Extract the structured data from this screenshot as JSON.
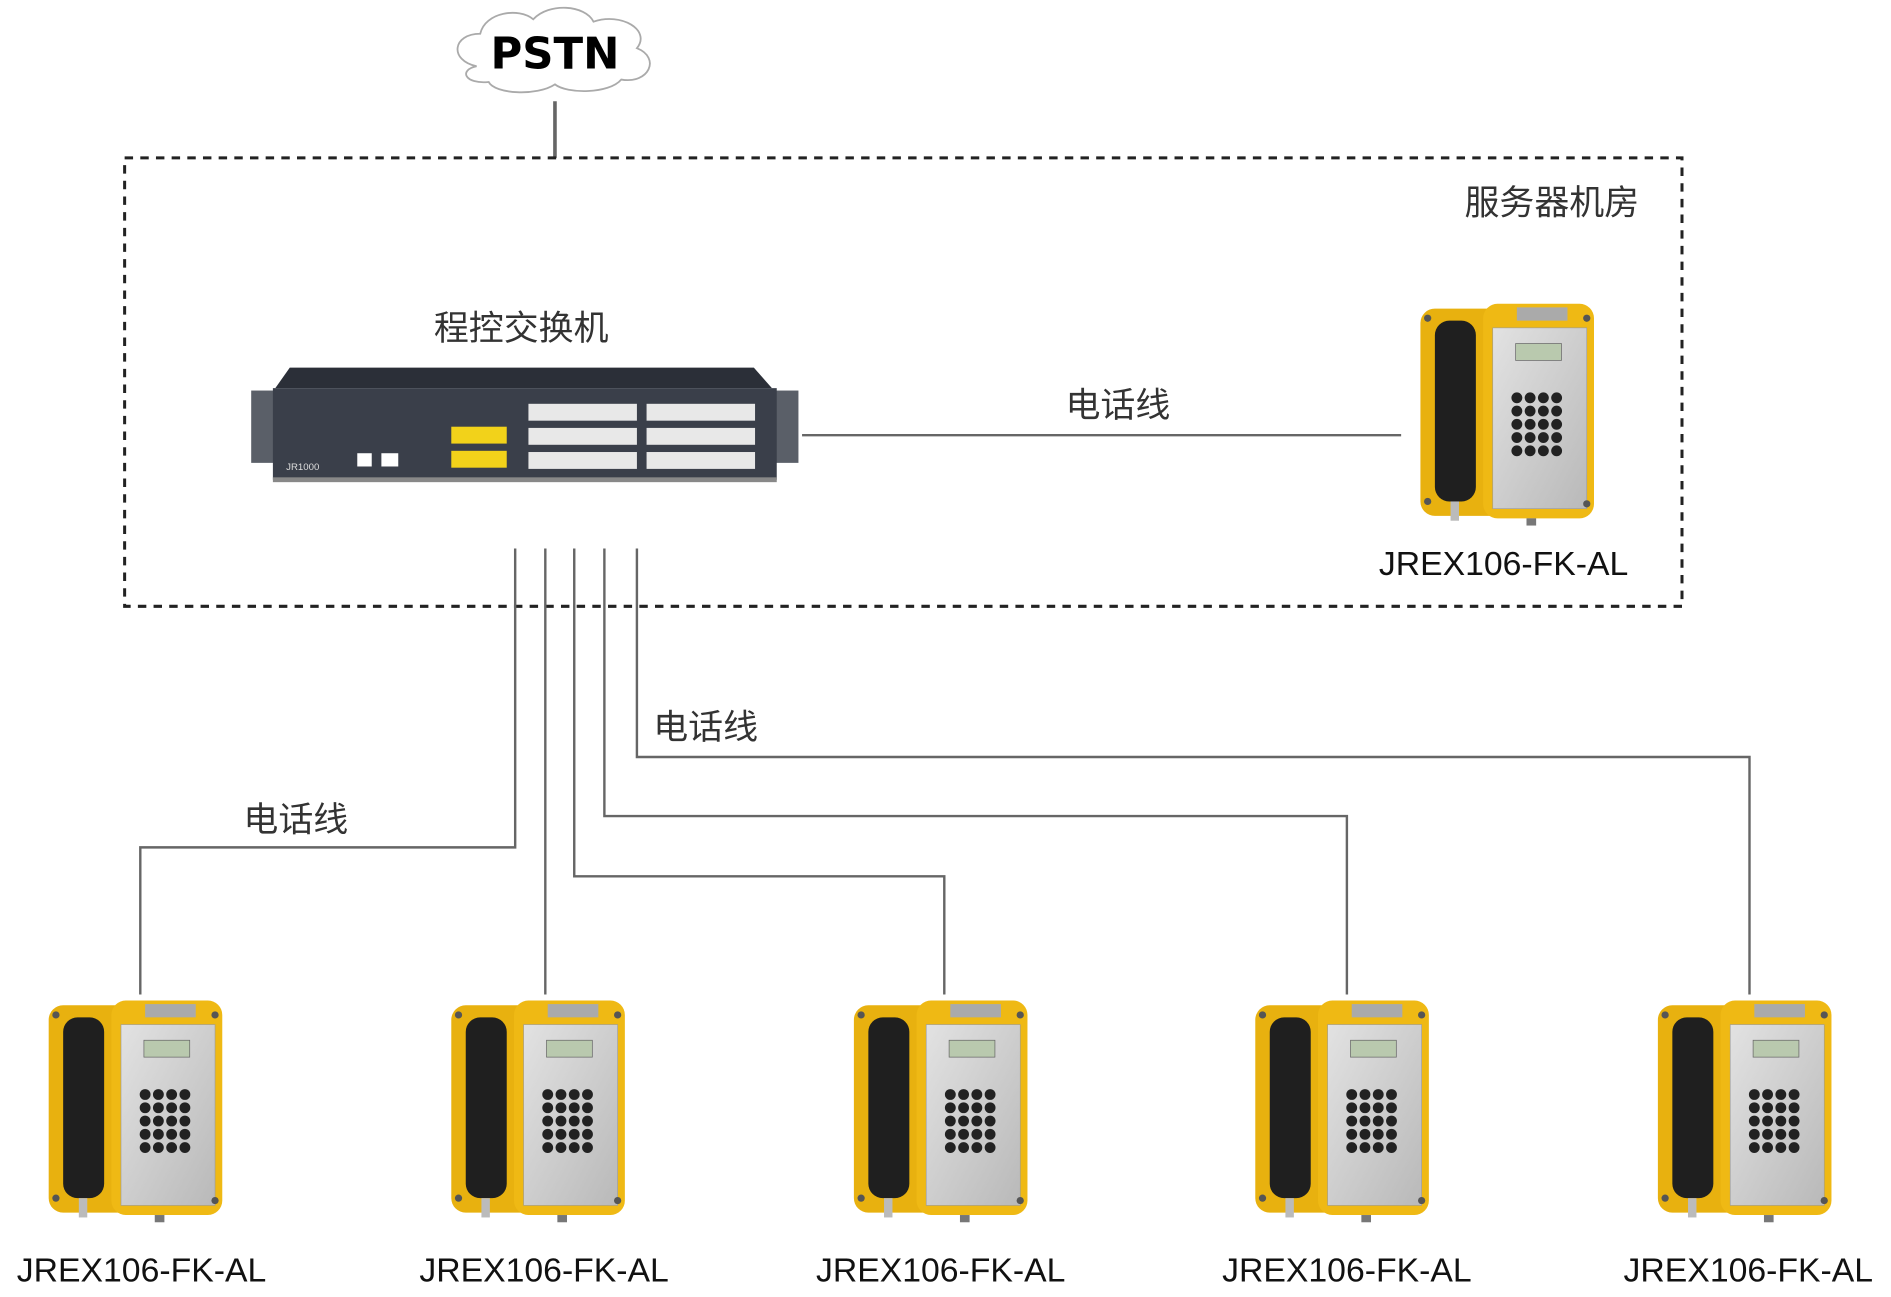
{
  "pstn": {
    "label": "PSTN"
  },
  "server_room": {
    "label": "服务器机房"
  },
  "switch": {
    "label": "程控交换机",
    "model": "JR1000"
  },
  "wire_labels": [
    "电话线",
    "电话线",
    "电话线"
  ],
  "phones": [
    {
      "model": "JREX106-FK-AL"
    },
    {
      "model": "JREX106-FK-AL"
    },
    {
      "model": "JREX106-FK-AL"
    },
    {
      "model": "JREX106-FK-AL"
    },
    {
      "model": "JREX106-FK-AL"
    },
    {
      "model": "JREX106-FK-AL"
    }
  ],
  "colors": {
    "phone_body": "#e8b10f",
    "switch_body": "#3a3f4a",
    "wire": "#666666",
    "port_yellow": "#f2d21a"
  }
}
